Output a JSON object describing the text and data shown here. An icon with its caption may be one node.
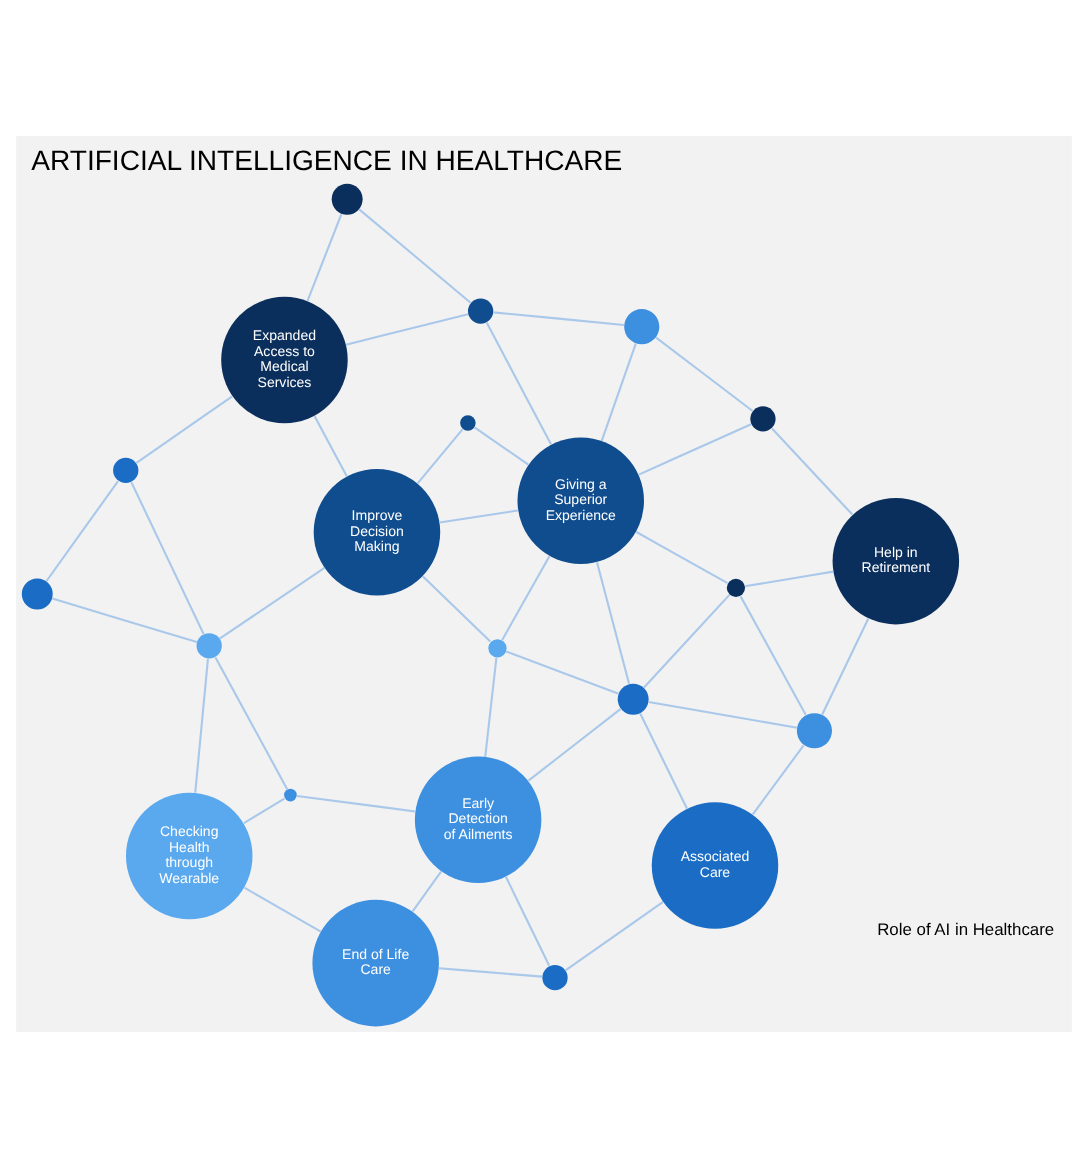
{
  "diagram": {
    "title": "ARTIFICIAL INTELLIGENCE IN HEALTHCARE",
    "nodes": [
      {
        "text": [],
        "shape": "circle"
      },
      {
        "text": [
          "Associated Care"
        ]
      },
      {
        "text": [
          "End of Life Care"
        ]
      },
      {
        "text": [],
        "shape": "circle"
      },
      {
        "text": [
          "Early Detection of Ailments"
        ]
      },
      {
        "text": [],
        "shape": "circle"
      },
      {
        "text": [
          "Checking Health through Wearable"
        ]
      },
      {
        "text": [],
        "shape": "circle"
      },
      {
        "text": [],
        "shape": "circle"
      },
      {
        "text": [],
        "shape": "circle"
      },
      {
        "text": [
          "Help in Retirement"
        ]
      },
      {
        "text": [],
        "shape": "circle"
      },
      {
        "text": [
          "Improve Decision Making"
        ]
      },
      {
        "text": [
          "Giving a Superior Experience"
        ]
      },
      {
        "text": [],
        "shape": "circle"
      },
      {
        "text": [],
        "shape": "circle"
      },
      {
        "text": [],
        "shape": "circle"
      },
      {
        "text": [],
        "shape": "circle"
      },
      {
        "text": [],
        "shape": "circle"
      },
      {
        "text": [],
        "shape": "circle"
      },
      {
        "text": [
          "Expanded Access to Medical Services"
        ]
      },
      {
        "text": [],
        "shape": "circle"
      }
    ],
    "edges": [
      {
        "from": 0,
        "to": 2,
        "arrow": "none"
      },
      {
        "from": 0,
        "to": 1,
        "arrow": "none"
      },
      {
        "from": 0,
        "to": 4,
        "arrow": "none"
      },
      {
        "from": 2,
        "to": 4,
        "arrow": "none"
      },
      {
        "from": 2,
        "to": 6,
        "arrow": "none"
      },
      {
        "from": 6,
        "to": 5,
        "arrow": "none"
      },
      {
        "from": 5,
        "to": 4,
        "arrow": "none"
      },
      {
        "from": 5,
        "to": 11,
        "arrow": "none"
      },
      {
        "from": 1,
        "to": 3,
        "arrow": "none"
      },
      {
        "from": 1,
        "to": 7,
        "arrow": "none"
      },
      {
        "from": 4,
        "to": 7,
        "arrow": "none"
      },
      {
        "from": 4,
        "to": 9,
        "arrow": "none"
      },
      {
        "from": 3,
        "to": 7,
        "arrow": "none"
      },
      {
        "from": 3,
        "to": 8,
        "arrow": "none"
      },
      {
        "from": 3,
        "to": 10,
        "arrow": "none"
      },
      {
        "from": 7,
        "to": 8,
        "arrow": "none"
      },
      {
        "from": 7,
        "to": 9,
        "arrow": "none"
      },
      {
        "from": 7,
        "to": 13,
        "arrow": "none"
      },
      {
        "from": 8,
        "to": 13,
        "arrow": "none"
      },
      {
        "from": 8,
        "to": 10,
        "arrow": "none"
      },
      {
        "from": 9,
        "to": 12,
        "arrow": "none"
      },
      {
        "from": 9,
        "to": 13,
        "arrow": "none"
      },
      {
        "from": 11,
        "to": 6,
        "arrow": "none"
      },
      {
        "from": 11,
        "to": 14,
        "arrow": "none"
      },
      {
        "from": 11,
        "to": 12,
        "arrow": "none"
      },
      {
        "from": 11,
        "to": 16,
        "arrow": "none"
      },
      {
        "from": 12,
        "to": 13,
        "arrow": "none"
      },
      {
        "from": 12,
        "to": 17,
        "arrow": "none"
      },
      {
        "from": 12,
        "to": 20,
        "arrow": "none"
      },
      {
        "from": 14,
        "to": 16,
        "arrow": "none"
      },
      {
        "from": 16,
        "to": 20,
        "arrow": "none"
      },
      {
        "from": 10,
        "to": 15,
        "arrow": "none"
      },
      {
        "from": 13,
        "to": 15,
        "arrow": "none"
      },
      {
        "from": 15,
        "to": 18,
        "arrow": "none"
      },
      {
        "from": 13,
        "to": 17,
        "arrow": "none"
      },
      {
        "from": 13,
        "to": 19,
        "arrow": "none"
      },
      {
        "from": 13,
        "to": 18,
        "arrow": "none"
      },
      {
        "from": 19,
        "to": 18,
        "arrow": "none"
      },
      {
        "from": 19,
        "to": 21,
        "arrow": "none"
      },
      {
        "from": 20,
        "to": 21,
        "arrow": "none"
      },
      {
        "from": 20,
        "to": 19,
        "arrow": "none"
      }
    ],
    "labels": [
      "Role of AI in Healthcare"
    ]
  }
}
